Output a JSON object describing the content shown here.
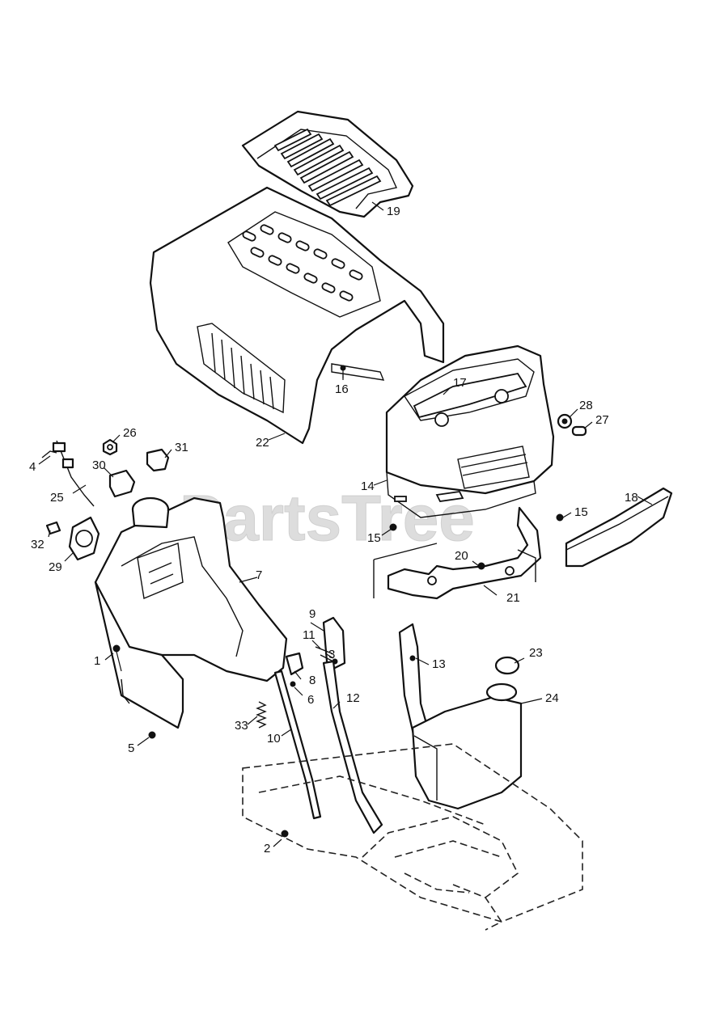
{
  "watermark": "PartsTree",
  "callouts": {
    "c1": "1",
    "c2": "2",
    "c3": "3",
    "c4": "4",
    "c5": "5",
    "c6": "6",
    "c7": "7",
    "c8": "8",
    "c9": "9",
    "c10": "10",
    "c11": "11",
    "c12": "12",
    "c13": "13",
    "c14": "14",
    "c15a": "15",
    "c15b": "15",
    "c16": "16",
    "c17": "17",
    "c18": "18",
    "c19": "19",
    "c20": "20",
    "c21": "21",
    "c22": "22",
    "c23": "23",
    "c24": "24",
    "c25": "25",
    "c26": "26",
    "c27": "27",
    "c28": "28",
    "c29": "29",
    "c30": "30",
    "c31": "31",
    "c32": "32",
    "c33": "33"
  }
}
